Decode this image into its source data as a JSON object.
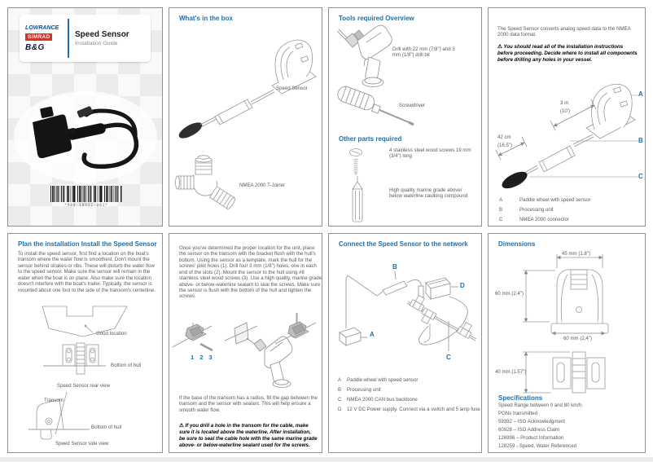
{
  "page": {
    "accent": "#1e6fa9",
    "warning_icon": "⚠"
  },
  "cover": {
    "brand_lowrance": "LOWRANCE",
    "brand_simrad": "SIMRAD",
    "brand_bg": "B&G",
    "title": "Speed Sensor",
    "subtitle": "Installation Guide",
    "barcode_text": "*988-10922-001*"
  },
  "box": {
    "heading": "What's in the box",
    "speed_sensor_label": "Speed Sensor",
    "tjoiner_label": "NMEA 2000 T-Joiner"
  },
  "tools": {
    "heading": "Tools required Overview",
    "drill_label": "Drill with 22 mm (7/8\") and 3 mm (1/8\") drill bit",
    "screwdriver_label": "Screwdriver",
    "other_heading": "Other parts required",
    "screws_label": "4 stainless steel wood screws 19 mm (3/4\") long",
    "caulk_label": "High quality marine grade above/ below waterline caulking compound"
  },
  "overview": {
    "intro": "The Speed Sensor converts analog speed data to the NMEA 2000 data format.",
    "warning": "You should read all of the installation instructions before proceeding. Decide where to install all components before drilling any holes in your vessel.",
    "dim_length_value": "3 m",
    "dim_length_alt": "(10')",
    "dim_width_value": "42 cm",
    "dim_width_alt": "(16,5\")",
    "callout_a": "A",
    "callout_b": "B",
    "callout_c": "C",
    "legend": [
      {
        "key": "A",
        "label": "Paddle wheel with speed sensor"
      },
      {
        "key": "B",
        "label": "Processing unit"
      },
      {
        "key": "C",
        "label": "NMEA 2000 connector"
      }
    ]
  },
  "plan": {
    "heading": "Plan the installation Install the Speed Sensor",
    "body": "To install the speed sensor, first find a location on the boat's transom where the water flow is smoothest. Don't mount the sensor behind strakes or ribs. These will disturb the water flow to the speed sensor. Make sure the sensor will remain in the water when the boat is on plane. Also make sure the location doesn't interfere with the boat's trailer. Typically, the sensor is mounted about one foot to the side of the transom's centerline.",
    "label_good_location": "Good location",
    "label_bottom_of_hull_rear": "Bottom of hull",
    "caption_rear": "Speed Sensor rear view",
    "label_transom": "Transom",
    "label_bottom_of_hull_side": "Bottom of hull",
    "caption_side": "Speed Sensor side view"
  },
  "mount": {
    "body": "Once you've determined the proper location for the unit, place the sensor on the transom with the bracket flush with the hull's bottom. Using the sensor as a template, mark the hull for the screws' pilot holes (1). Drill four 3 mm (1/8\") holes, one in each end of the slots (2). Mount the sensor to the hull using #8 stainless steel wood screws (3). Use a high quality, marine grade above- or below-waterline sealant to seal the screws. Make sure the sensor is flush with the bottom of the hull and tighten the screws.",
    "steps_label": "1 2 3",
    "radius_note": "If the base of the transom has a radius, fill the gap between the transom and the sensor with sealant. This will help ensure a smooth water flow.",
    "warning": "If you drill a hole in the transom for the cable, make sure it is located above the waterline. After installation, be sure to seal the cable hole with the same marine grade above- or below-waterline sealant used for the screws."
  },
  "connect": {
    "heading": "Connect the Speed Sensor to the network",
    "callout_a": "A",
    "callout_b": "B",
    "callout_c": "C",
    "callout_d": "D",
    "legend": [
      {
        "key": "A",
        "label": "Paddle wheel with speed sensor"
      },
      {
        "key": "B",
        "label": "Processing unit"
      },
      {
        "key": "C",
        "label": "NMEA 2000 CAN bus backbone"
      },
      {
        "key": "D",
        "label": "12 V DC Power supply.  Connect via a switch and 5 amp fuse"
      }
    ]
  },
  "dimensions": {
    "heading": "Dimensions",
    "dim_top": "45 mm (1.8\")",
    "dim_side1": "60 mm (2.4\")",
    "dim_bottom": "60 mm (2.4\")",
    "dim_side2": "40 mm (1.57\")",
    "spec_heading": "Specifications",
    "spec_lines": [
      "Speed Range between 0 and 80 km/h.",
      "PGNs transmitted",
      "59392 – ISO Acknowledgment",
      "60928 – ISO Address Claim",
      "126996 – Product Information",
      "128259 - Speed, Water Referenced"
    ]
  }
}
